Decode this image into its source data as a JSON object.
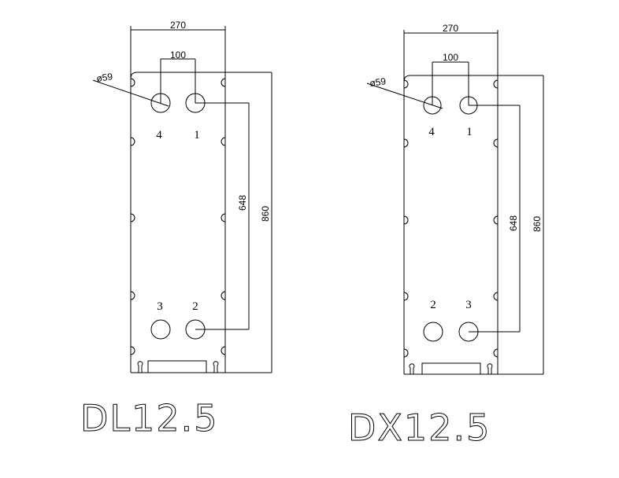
{
  "drawings": [
    {
      "model": "DL12.5",
      "dim_width": "270",
      "dim_port_spacing": "100",
      "dim_port_diameter": "ø59",
      "dim_vertical_port": "648",
      "dim_height": "860",
      "ports": {
        "top_left": "4",
        "top_right": "1",
        "bottom_left": "3",
        "bottom_right": "2"
      }
    },
    {
      "model": "DX12.5",
      "dim_width": "270",
      "dim_port_spacing": "100",
      "dim_port_diameter": "ø59",
      "dim_vertical_port": "648",
      "dim_height": "860",
      "ports": {
        "top_left": "4",
        "top_right": "1",
        "bottom_left": "2",
        "bottom_right": "3"
      }
    }
  ]
}
